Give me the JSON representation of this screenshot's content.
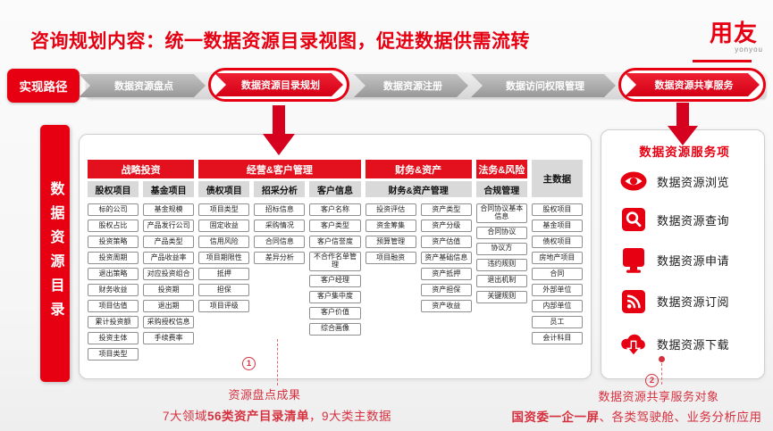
{
  "title": "咨询规划内容：统一数据资源目录视图，促进数据供需流转",
  "logo": {
    "name": "用友",
    "sub": "yonyou"
  },
  "flow": {
    "path_label": "实现路径",
    "steps": [
      {
        "label": "数据资源盘点",
        "highlight": false
      },
      {
        "label": "数据资源目录规划",
        "highlight": true
      },
      {
        "label": "数据资源注册",
        "highlight": false
      },
      {
        "label": "数据访问权限管理",
        "highlight": false
      },
      {
        "label": "数据资源共享服务",
        "highlight": true
      }
    ]
  },
  "sidebar_label": "数据资源目录",
  "catalog": {
    "groups": [
      {
        "label": "战略投资",
        "span": 2
      },
      {
        "label": "经营&客户管理",
        "span": 3
      },
      {
        "label": "财务&资产",
        "span": 2
      },
      {
        "label": "法务&风险",
        "span": 1
      }
    ],
    "subheaders": [
      {
        "label": "股权项目",
        "span": 1
      },
      {
        "label": "基金项目",
        "span": 1
      },
      {
        "label": "债权项目",
        "span": 1
      },
      {
        "label": "招采分析",
        "span": 1
      },
      {
        "label": "客户信息",
        "span": 1
      },
      {
        "label": "财务&资产管理",
        "span": 2
      },
      {
        "label": "合规管理",
        "span": 1
      }
    ],
    "item_columns": [
      [
        "标的公司",
        "股权占比",
        "投资策略",
        "投资周期",
        "退出策略",
        "财务收益",
        "项目估值",
        "累计投资额",
        "投资主体",
        "项目类型"
      ],
      [
        "基金规模",
        "产品发行公司",
        "产品类型",
        "产品收益率",
        "对应投资组合",
        "投资期",
        "退出期",
        "采购授权信息",
        "手续费率"
      ],
      [
        "项目类型",
        "固定收益",
        "信用风险",
        "项目期限性",
        "抵押",
        "担保",
        "项目评级"
      ],
      [
        "招标信息",
        "采购情况",
        "合同信息",
        "差异分析"
      ],
      [
        "客户名称",
        "客户类型",
        "客户信誉度",
        "不合作名单管理",
        "客户经理",
        "客户集中度",
        "客户价值",
        "综合画像"
      ],
      [
        "投资评估",
        "资金筹集",
        "预算管理",
        "项目融资"
      ],
      [
        "资产类型",
        "资产分级",
        "资产估值",
        "资产基础信息",
        "资产抵押",
        "资产担保",
        "资产收益"
      ],
      [
        "合同协议基本信息",
        "合同协议",
        "协议方",
        "违约规则",
        "退出机制",
        "关键规则"
      ]
    ],
    "master": {
      "label": "主数据",
      "items": [
        "股权项目",
        "基金项目",
        "债权项目",
        "房地产项目",
        "合同",
        "外部单位",
        "内部单位",
        "员工",
        "会计科目"
      ]
    }
  },
  "services": {
    "title": "数据资源服务项",
    "items": [
      {
        "icon": "eye-icon",
        "label": "数据资源浏览"
      },
      {
        "icon": "search-icon",
        "label": "数据资源查询"
      },
      {
        "icon": "monitor-icon",
        "label": "数据资源申请"
      },
      {
        "icon": "rss-icon",
        "label": "数据资源订阅"
      },
      {
        "icon": "cloud-download-icon",
        "label": "数据资源下载"
      }
    ]
  },
  "annotations": {
    "note1_num": "1",
    "note1_title": "资源盘点成果",
    "note1_text_normal1": "7大领域",
    "note1_text_bold": "56类资产目录清单",
    "note1_text_normal2": "，9大类主数据",
    "note2_num": "2",
    "note2_title": "数据资源共享服务对象",
    "note2_text_bold": "国资委一企一屏",
    "note2_text_normal": "、各类驾驶舱、业务分析应用"
  },
  "colors": {
    "accent": "#e60012",
    "chevron_gray": "#a0a0a0",
    "subheader_bg": "#d9d9d9"
  }
}
